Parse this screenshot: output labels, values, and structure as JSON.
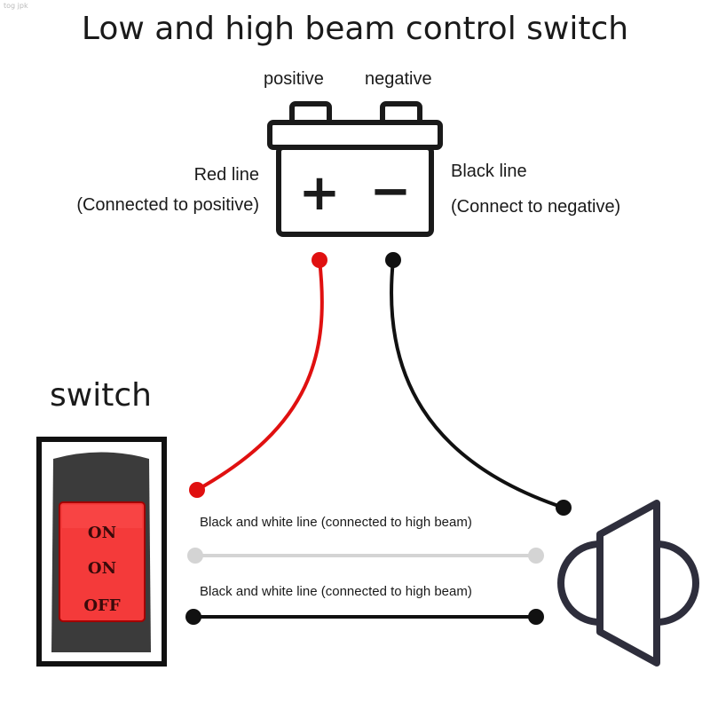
{
  "watermark": "tog jpk",
  "title": "Low and high beam control switch",
  "battery": {
    "positive_label": "positive",
    "negative_label": "negative",
    "plus_symbol": "+",
    "minus_symbol": "−"
  },
  "red_line": {
    "label": "Red line",
    "note": "(Connected to positive)",
    "color": "#e01010"
  },
  "black_line": {
    "label": "Black line",
    "note": "(Connect to negative)",
    "color": "#111111"
  },
  "switch": {
    "title": "switch",
    "positions": [
      "ON",
      "ON",
      "OFF"
    ],
    "rocker_color": "#f43a3a",
    "body_color": "#3b3b3b"
  },
  "wires": {
    "upper_label": "Black and white line (connected to high beam)",
    "lower_label": "Black and white line (connected to high beam)",
    "upper_color": "#d4d4d4",
    "lower_color": "#111111"
  },
  "icons": {
    "battery": "battery-icon",
    "headlight": "headlight-icon"
  }
}
